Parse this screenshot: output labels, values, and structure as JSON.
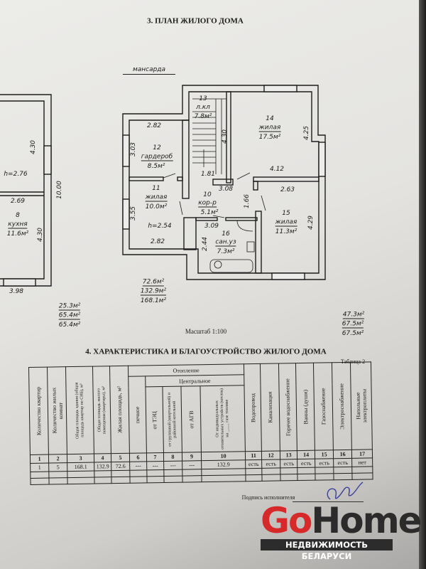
{
  "section3_title": "3. ПЛАН ЖИЛОГО ДОМА",
  "floor_label": "мансарда",
  "left_plan": {
    "dim_top_right": "4.30",
    "height": "h=2.76",
    "kitchen_width": "2.69",
    "kitchen_no": "8",
    "kitchen_name": "кухня",
    "kitchen_area": "11.6м²",
    "kitchen_depth": "4.30",
    "total_length": "10.00",
    "bottom_width": "3.98",
    "totals": [
      "25.3м²",
      "65.4м²",
      "65.4м²"
    ]
  },
  "rooms": {
    "r13": {
      "no": "13",
      "name": "л.кл",
      "area": "7.8м²",
      "dim1": "4.30",
      "dim2": "1.81"
    },
    "r14": {
      "no": "14",
      "name": "жилая",
      "area": "17.5м²",
      "dim1": "4.25",
      "dim2": "4.12"
    },
    "r12": {
      "no": "12",
      "name": "гардероб",
      "area": "8.5м²",
      "dim1": "2.82",
      "dim2": "3.03"
    },
    "r11": {
      "no": "11",
      "name": "жилая",
      "area": "10.0м²",
      "dim1": "3.55",
      "dim2": "2.82",
      "height": "h=2.54"
    },
    "r10": {
      "no": "10",
      "name": "кор-р",
      "area": "5.1м²",
      "dim1": "3.08",
      "dim2": "1.66"
    },
    "r15": {
      "no": "15",
      "name": "жилая",
      "area": "11.3м²",
      "dim1": "2.63",
      "dim2": "4.29"
    },
    "r16": {
      "no": "16",
      "name": "сан.уз",
      "area": "7.3м²",
      "dim1": "3.09",
      "dim2": "2.44"
    }
  },
  "main_totals": [
    "72.6м²",
    "132.9м²",
    "168.1м²"
  ],
  "right_totals": [
    "47.3м²",
    "67.5м²",
    "67.5м²"
  ],
  "scale": "Масштаб  1:100",
  "section4_title": "4. ХАРАКТЕРИСТИКА И БЛАГОУСТРОЙСТВО ЖИЛОГО ДОМА",
  "table_label": "Таблица 2",
  "table": {
    "group_heating": "Отопление",
    "group_central": "Центральное",
    "headers": [
      "Количество квартир",
      "Количество жилых комнат",
      "Общая площадь здания (общая площадь квартир по СНБ), м²",
      "Общая площадь жилого помещения (квартиры), м²",
      "Жилая площадь, м²",
      "печное",
      "от ТЭЦ",
      "от групповой (квартальной) и районной котельной",
      "от АГВ",
      "От индивидуальных отопительных устройств (котлов) на ____ газе топливе",
      "Водопровод",
      "Канализация",
      "Горячее водоснабжение",
      "Ванны (души)",
      "Газоснабжение",
      "Электроснабжение",
      "Напольные электроплиты"
    ],
    "numbers": [
      "1",
      "2",
      "3",
      "4",
      "5",
      "6",
      "7",
      "8",
      "9",
      "10",
      "11",
      "12",
      "13",
      "14",
      "15",
      "16",
      "17"
    ],
    "row": [
      "1",
      "5",
      "168.1",
      "132.9",
      "72.6",
      "---",
      "---",
      "---",
      "---",
      "132.9",
      "есть",
      "есть",
      "есть",
      "есть",
      "есть",
      "есть",
      "нет"
    ]
  },
  "signature_label": "Подпись исполнителя",
  "watermark": {
    "go": "Go",
    "home": "Home",
    "tagline": "НЕДВИЖИМОСТЬ БЕЛАРУСИ"
  }
}
